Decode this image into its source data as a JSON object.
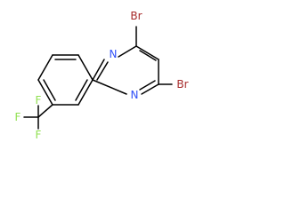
{
  "colors": {
    "bond": "#000000",
    "nitrogen": "#3050f8",
    "bromine": "#a62929",
    "fluorine": "#90e050",
    "background": "#ffffff"
  },
  "atoms": {
    "n1": "N",
    "n3": "N",
    "br_top": "Br",
    "br_bottom": "Br",
    "f1": "F",
    "f2": "F",
    "f3": "F"
  }
}
